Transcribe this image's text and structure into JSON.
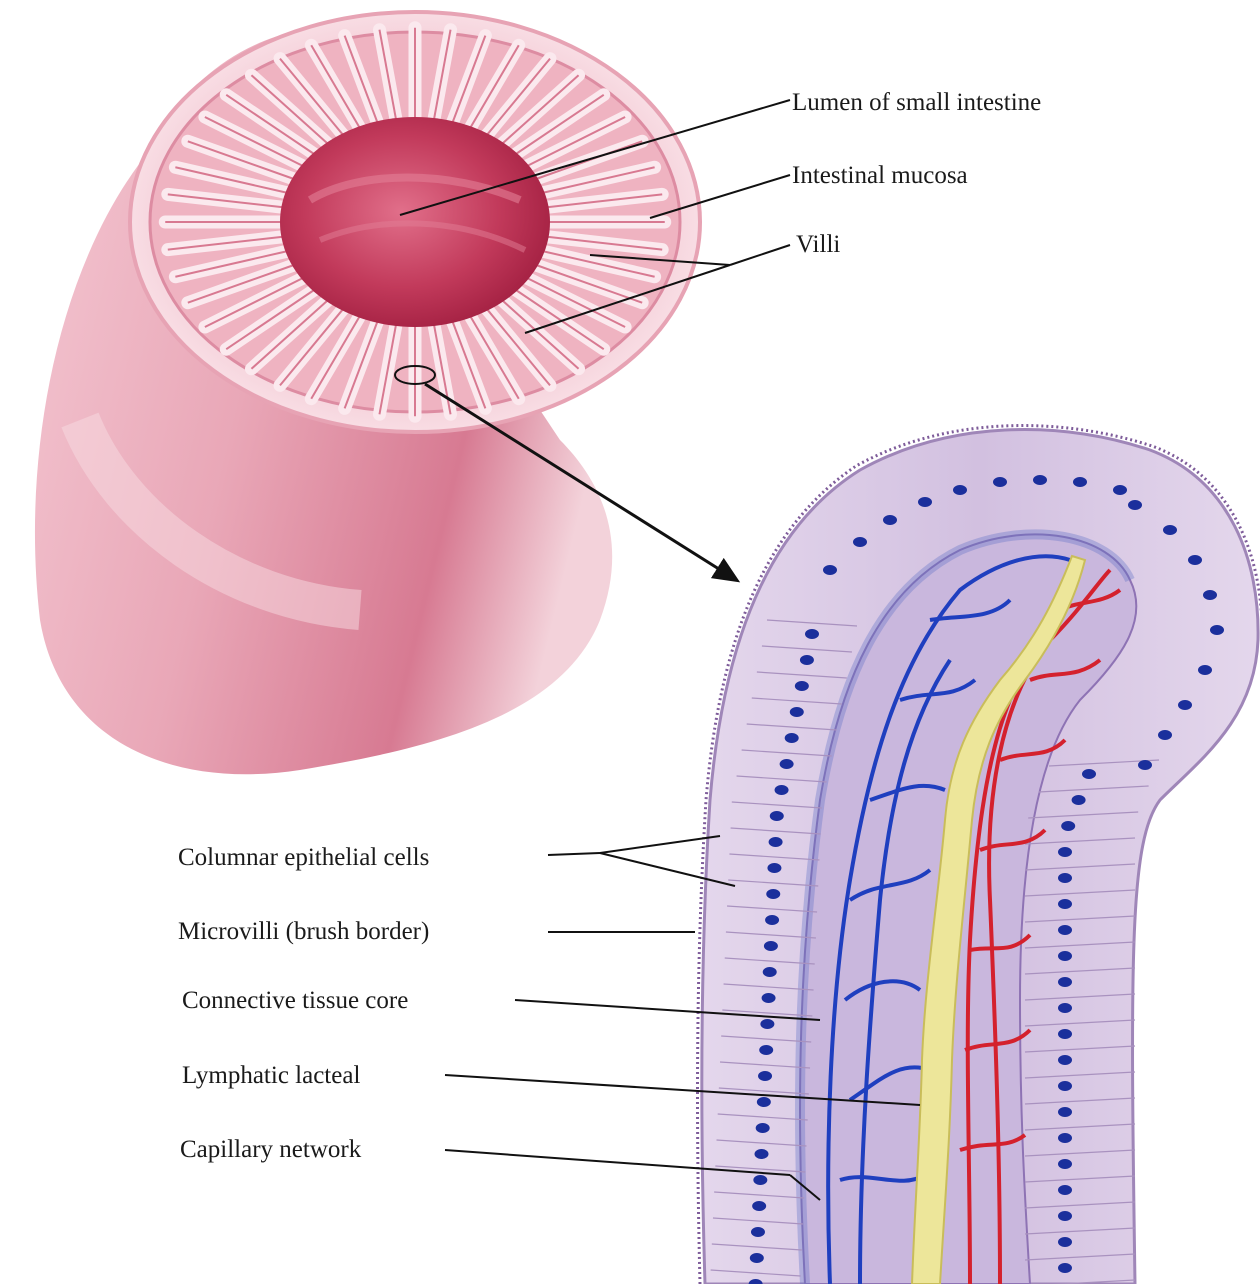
{
  "labels": {
    "lumen": "Lumen of small intestine",
    "mucosa": "Intestinal mucosa",
    "villi": "Villi",
    "columnar": "Columnar epithelial cells",
    "microvilli": "Microvilli (brush border)",
    "connective": "Connective tissue core",
    "lacteal": "Lymphatic lacteal",
    "capillary": "Capillary network"
  },
  "colors": {
    "intestine_outer": "#e7a3b4",
    "intestine_dark": "#c9405f",
    "lumen": "#b92b4c",
    "villus_body": "#d9c9e3",
    "nuclei": "#1b2f9c",
    "vein": "#1f3fbf",
    "artery": "#d4212d",
    "lacteal": "#ece59a"
  }
}
